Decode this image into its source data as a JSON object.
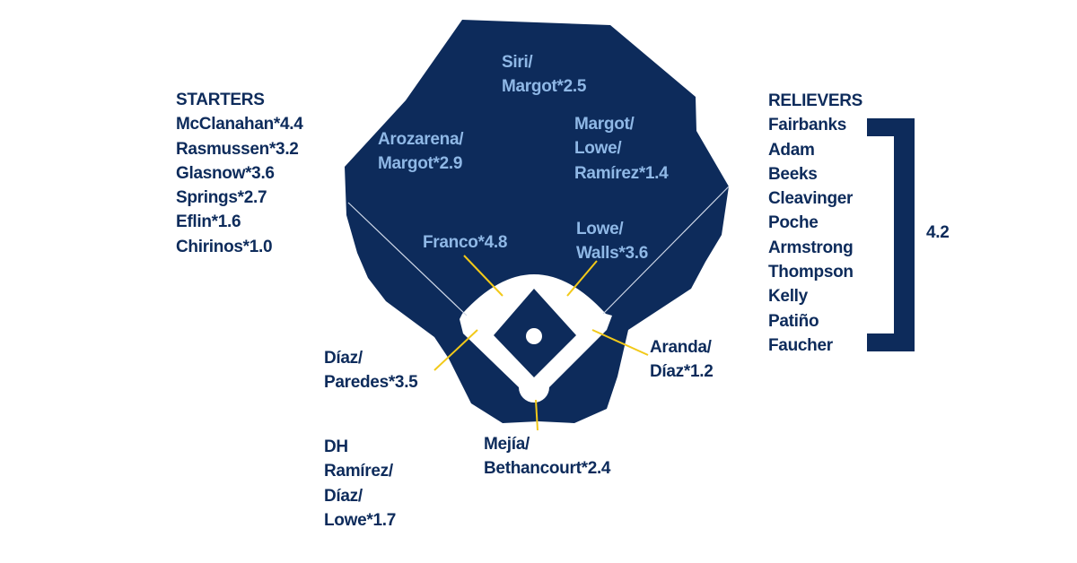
{
  "colors": {
    "field": "#0d2b5b",
    "infield": "#ffffff",
    "label_on_field": "#8fb8e6",
    "text": "#0d2b5b",
    "pointer_lines": "#f2c919"
  },
  "starters": {
    "heading": "STARTERS",
    "items": [
      "McClanahan*4.4",
      "Rasmussen*3.2",
      "Glasnow*3.6",
      "Springs*2.7",
      "Eflin*1.6",
      "Chirinos*1.0"
    ]
  },
  "relievers": {
    "heading": "RELIEVERS",
    "items": [
      "Fairbanks",
      "Adam",
      "Beeks",
      "Cleavinger",
      "Poche",
      "Armstrong",
      "Thompson",
      "Kelly",
      "Patiño",
      "Faucher"
    ],
    "group_value": "4.2"
  },
  "positions": {
    "cf": [
      "Siri/",
      "Margot*2.5"
    ],
    "lf": [
      "Arozarena/",
      "Margot*2.9"
    ],
    "rf": [
      "Margot/",
      "Lowe/",
      "Ramírez*1.4"
    ],
    "ss": [
      "Franco*4.8"
    ],
    "second_base": [
      "Lowe/",
      "Walls*3.6"
    ],
    "third_base": [
      "Díaz/",
      "Paredes*3.5"
    ],
    "first_base": [
      "Aranda/",
      "Díaz*1.2"
    ],
    "catcher": [
      "Mejía/",
      "Bethancourt*2.4"
    ],
    "dh": [
      "DH",
      "Ramírez/",
      "Díaz/",
      "Lowe*1.7"
    ]
  }
}
